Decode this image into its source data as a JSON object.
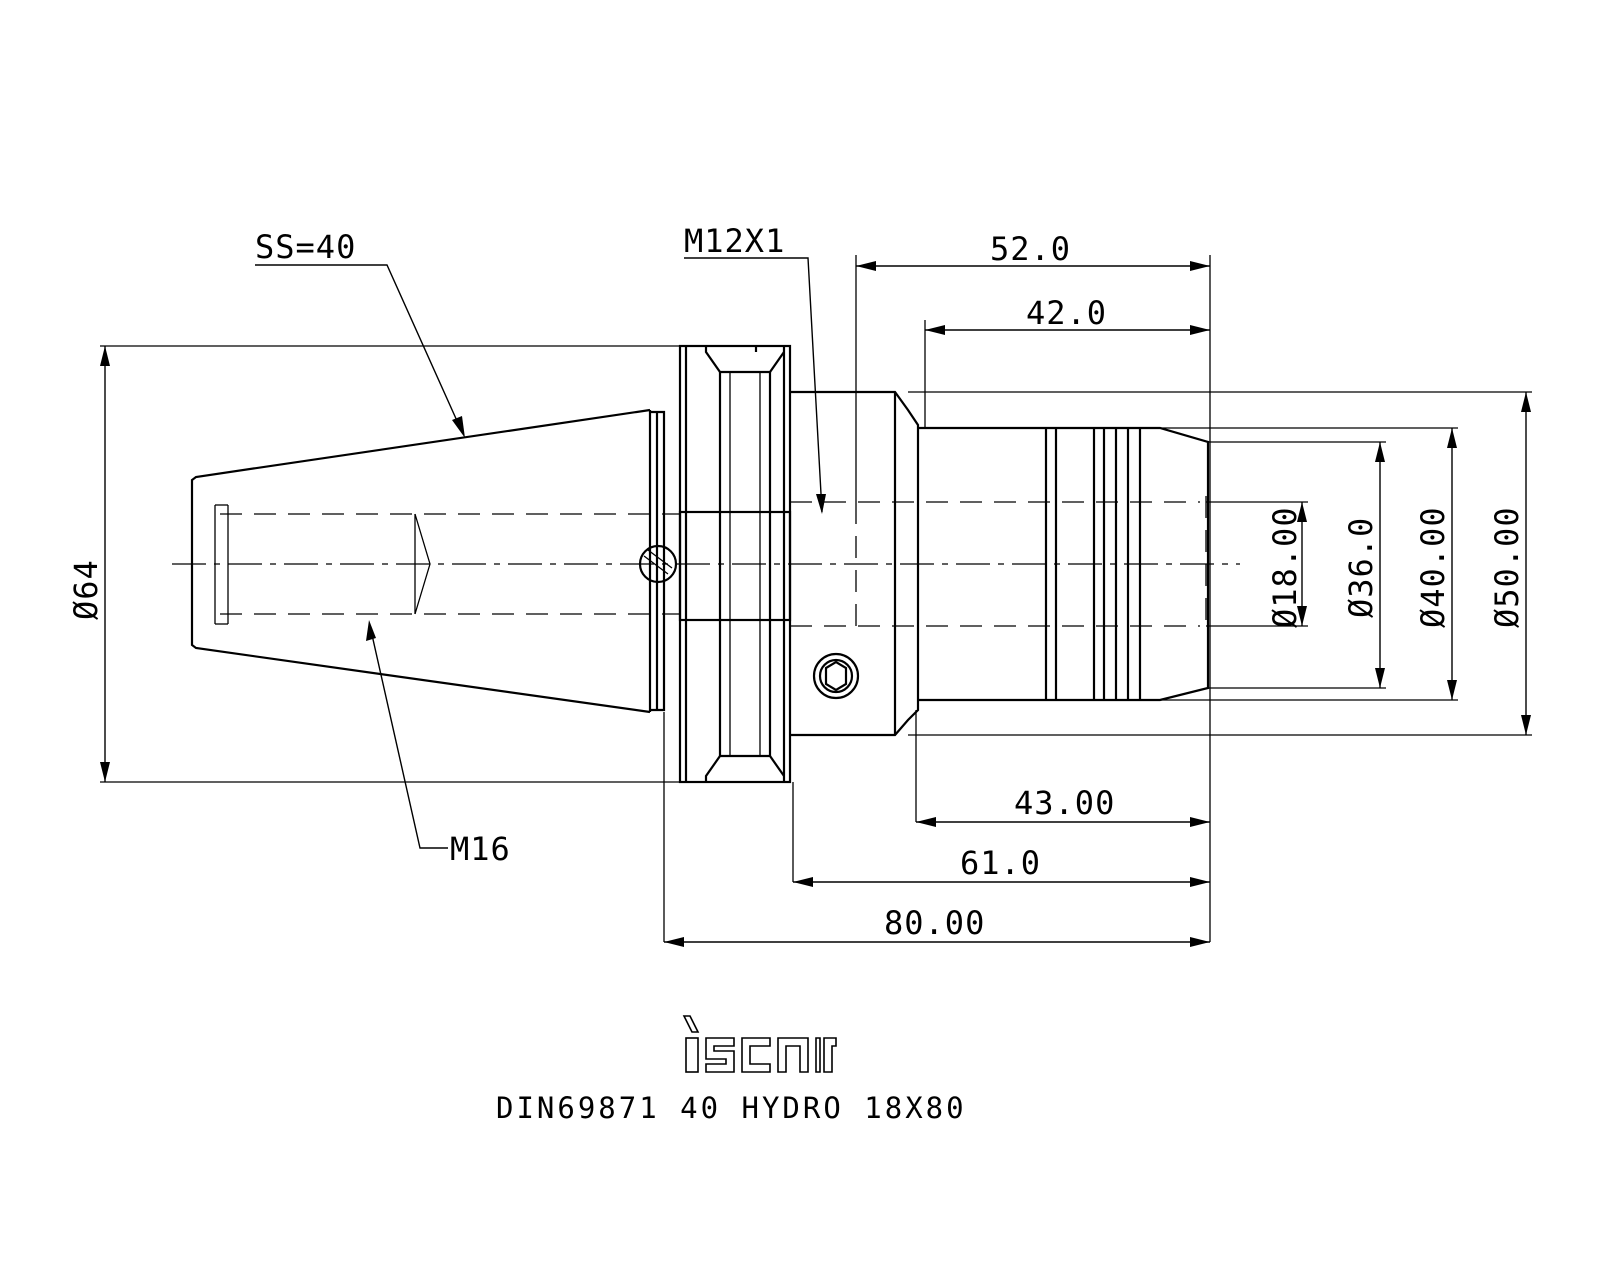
{
  "labels": {
    "flat": "SS=40",
    "thread_top": "M12X1",
    "thread_bottom": "M16",
    "dia_flange": "Ø64",
    "dia_bore": "Ø18.00",
    "dia_nose": "Ø36.0",
    "dia_grip": "Ø40.00",
    "dia_body": "Ø50.00",
    "len_52": "52.0",
    "len_42": "42.0",
    "len_43": "43.00",
    "len_61": "61.0",
    "len_80": "80.00"
  },
  "title_block": {
    "logo_text": "iscar",
    "designation": "DIN69871 40 HYDRO 18X80"
  }
}
